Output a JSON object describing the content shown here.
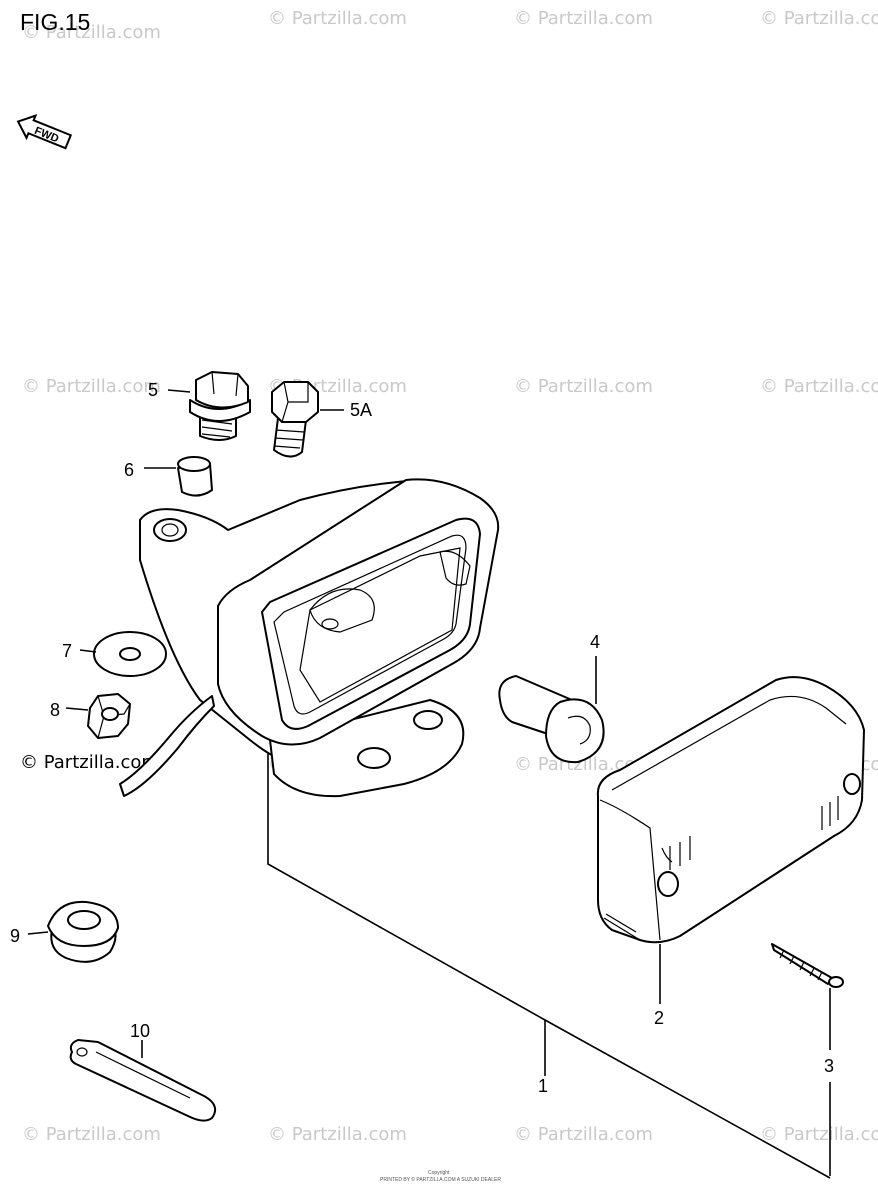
{
  "figure": {
    "title": "FIG.15",
    "fwd_label": "FWD"
  },
  "callouts": {
    "c1": "1",
    "c2": "2",
    "c3": "3",
    "c4": "4",
    "c5": "5",
    "c5a": "5A",
    "c6": "6",
    "c7": "7",
    "c8": "8",
    "c9": "9",
    "c10": "10"
  },
  "watermark": {
    "faint": "© Partzilla.com",
    "dark": "© Partzilla.com"
  },
  "footer": {
    "line1": "Copyright",
    "line2": "PRINTED BY © PARTZILLA.COM A SUZUKI DEALER"
  }
}
